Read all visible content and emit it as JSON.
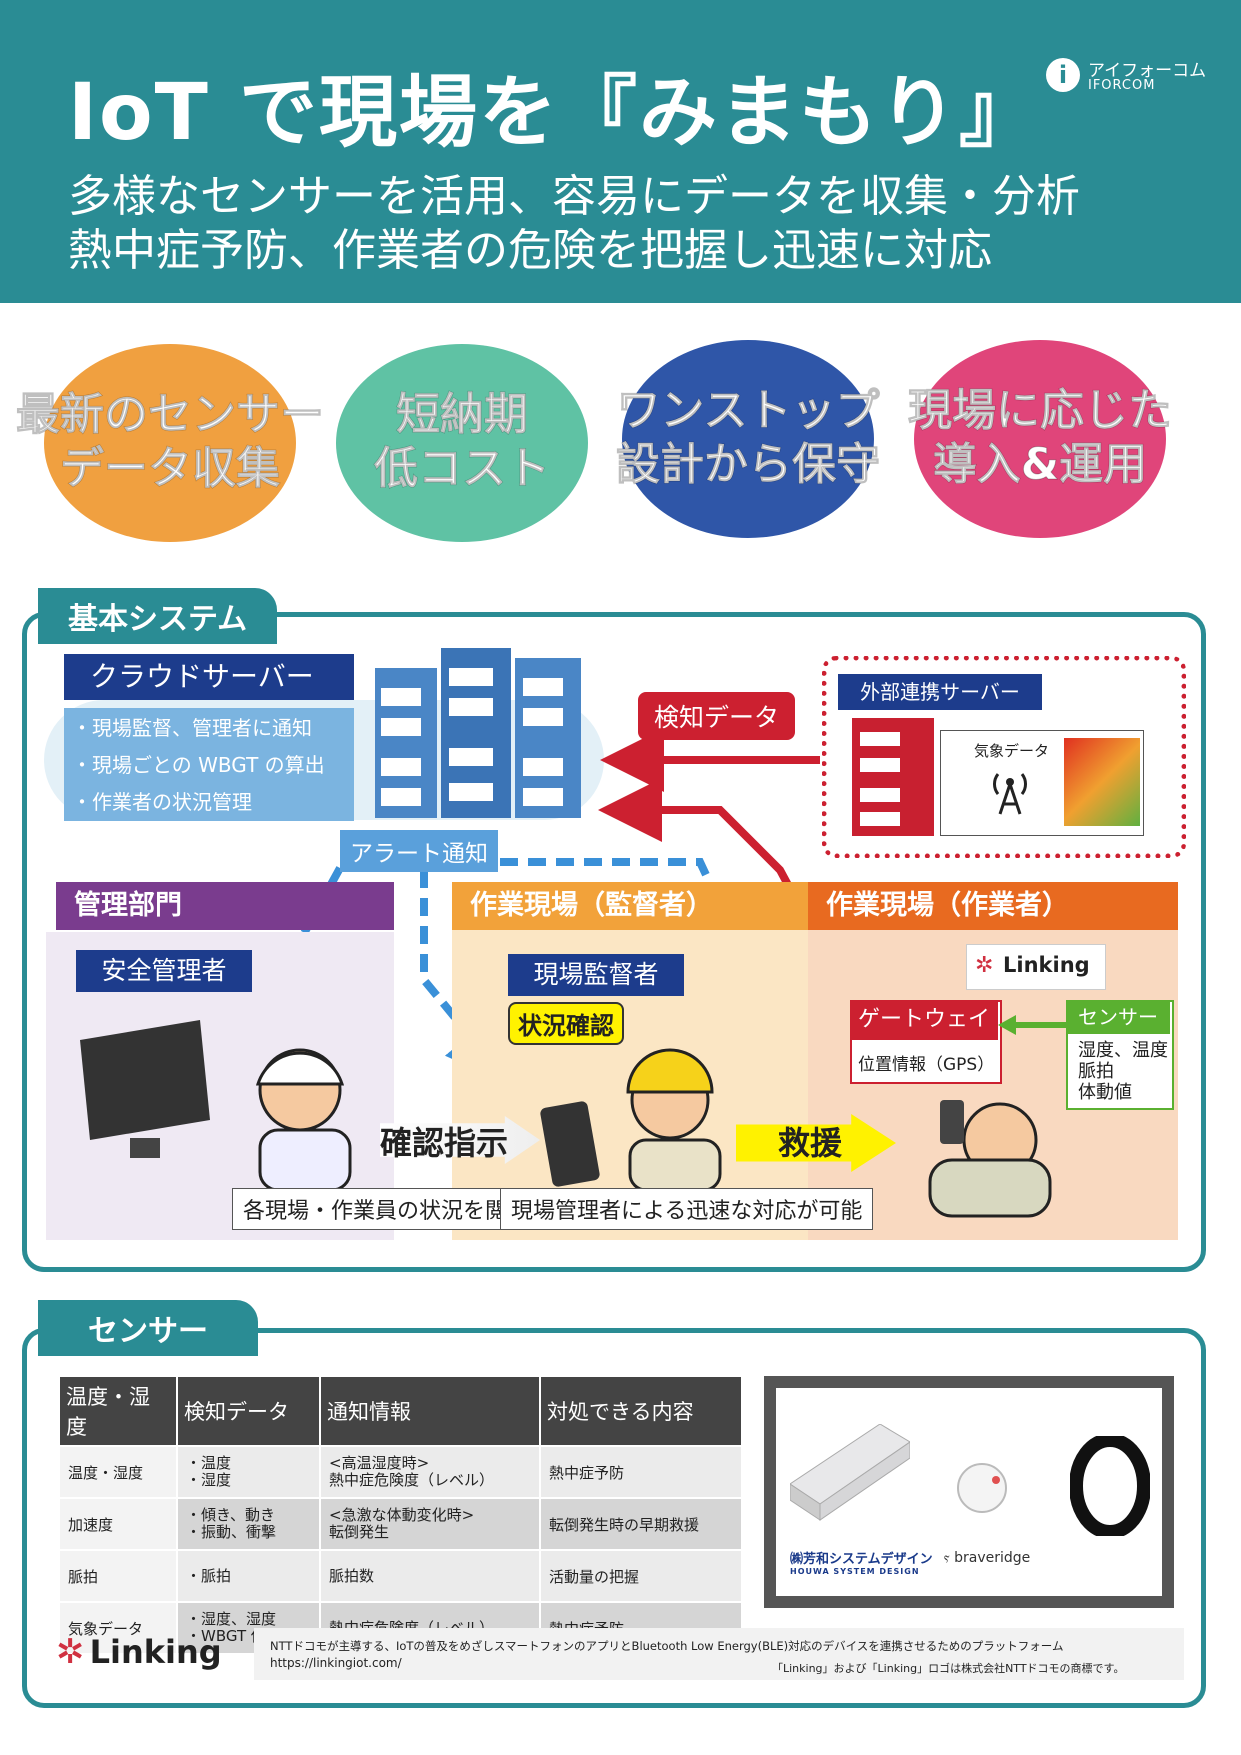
{
  "header": {
    "title": "IoT で現場を『みまもり』",
    "subtitle_line1": "多様なセンサーを活用、容易にデータを収集・分析",
    "subtitle_line2": "熱中症予防、作業者の危険を把握し迅速に対応",
    "logo_kana": "アイフォーコム",
    "logo_en": "IFORCOM"
  },
  "features": [
    {
      "text": "最新のセンサー\nデータ収集",
      "color": "#f0a040"
    },
    {
      "text": "短納期\n低コスト",
      "color": "#5fc2a4"
    },
    {
      "text": "ワンストップ\n設計から保守",
      "color": "#2f56a8"
    },
    {
      "text": "現場に応じた\n導入&運用",
      "color": "#e0457a"
    }
  ],
  "system": {
    "section_title": "基本システム",
    "cloud_title": "クラウドサーバー",
    "cloud_items": [
      "・現場監督、管理者に通知",
      "・現場ごとの WBGT の算出",
      "・作業者の状況管理"
    ],
    "detect_data": "検知データ",
    "external_server": "外部連携サーバー",
    "weather_data": "気象データ",
    "alert": "アラート通知",
    "col_admin": "管理部門",
    "col_supervisor": "作業現場（監督者）",
    "col_worker": "作業現場（作業者）",
    "safety_manager": "安全管理者",
    "site_supervisor": "現場監督者",
    "status_check": "状況確認",
    "linking_small": "Linking",
    "gateway": "ゲートウェイ",
    "location": "位置情報（GPS）",
    "sensor_title": "センサー",
    "sensor_items": "湿度、温度\n脈拍\n体動値",
    "confirm_instruction": "確認指示",
    "rescue": "救援",
    "caption_left": "各現場・作業員の状況を閲覧",
    "caption_right": "現場管理者による迅速な対応が可能"
  },
  "sensors": {
    "section_title": "センサー",
    "headers": [
      "温度・湿度",
      "検知データ",
      "通知情報",
      "対処できる内容"
    ],
    "rows": [
      [
        "温度・湿度",
        "・温度\n・湿度",
        "<高温湿度時>\n熱中症危険度（レベル）",
        "熱中症予防"
      ],
      [
        "加速度",
        "・傾き、動き\n・振動、衝撃",
        "<急激な体動変化時>\n転倒発生",
        "転倒発生時の早期救援"
      ],
      [
        "脈拍",
        "・脈拍",
        "脈拍数",
        "活動量の把握"
      ],
      [
        "気象データ",
        "・湿度、湿度\n・WBGT 値",
        "熱中症危険度（レベル）",
        "熱中症予防"
      ]
    ],
    "brand_left": "㈱芳和システムデザイン",
    "brand_left_en": "HOUWA SYSTEM DESIGN",
    "brand_right": "braveridge"
  },
  "footer": {
    "linking": "Linking",
    "description": "NTTドコモが主導する、IoTの普及をめざしスマートフォンのアプリとBluetooth Low Energy(BLE)対応のデバイスを連携させるためのプラットフォーム",
    "url": "https://linkingiot.com/",
    "trademark": "「Linking」および「Linking」ロゴは株式会社NTTドコモの商標です。"
  }
}
